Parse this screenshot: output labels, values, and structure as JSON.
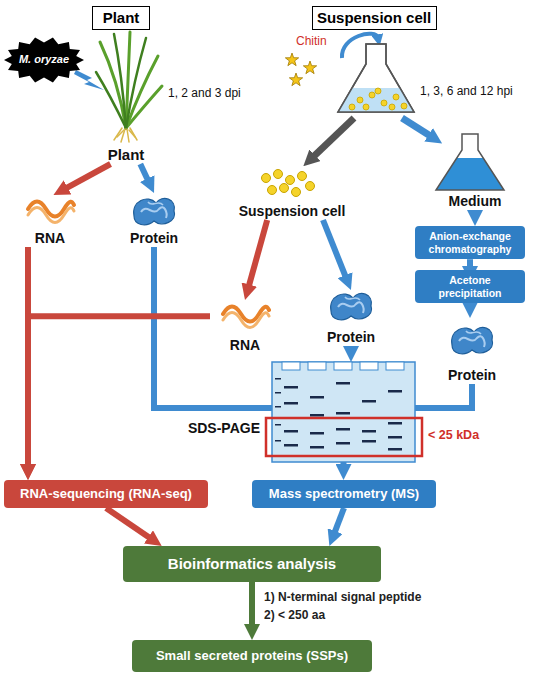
{
  "diagram": {
    "nodes": [
      {
        "text": [
          "Plant"
        ]
      },
      {
        "text": [
          "Suspension cell"
        ]
      },
      {
        "text": [
          "M. oryzae"
        ]
      },
      {
        "text": [
          "Plant"
        ]
      },
      {
        "text": [
          "RNA"
        ]
      },
      {
        "text": [
          "Protein"
        ]
      },
      {
        "text": [
          "Suspension cell"
        ]
      },
      {
        "text": [
          "Medium"
        ]
      },
      {
        "text": [
          "Anion-exchange chromatography"
        ]
      },
      {
        "text": [
          "Acetone precipitation"
        ]
      },
      {
        "text": [
          "Protein"
        ]
      },
      {
        "text": [
          "RNA"
        ]
      },
      {
        "text": [
          "Protein"
        ]
      },
      {
        "text": [
          "SDS-PAGE"
        ]
      },
      {
        "text": [
          "RNA-sequencing (RNA-seq)"
        ]
      },
      {
        "text": [
          "Mass spectrometry (MS)"
        ]
      },
      {
        "text": [
          "Bioinformatics analysis"
        ]
      },
      {
        "text": [
          "Small secreted proteins (SSPs)"
        ]
      }
    ],
    "edges": [
      {
        "from": 3,
        "to": 4,
        "arrow": "to"
      },
      {
        "from": 3,
        "to": 5,
        "arrow": "to"
      },
      {
        "from": 6,
        "to": 11,
        "arrow": "to"
      },
      {
        "from": 6,
        "to": 12,
        "arrow": "to"
      },
      {
        "from": 7,
        "to": 8,
        "arrow": "to"
      },
      {
        "from": 8,
        "to": 9,
        "arrow": "to"
      },
      {
        "from": 9,
        "to": 10,
        "arrow": "to"
      },
      {
        "from": 5,
        "to": 13,
        "arrow": "none"
      },
      {
        "from": 12,
        "to": 13,
        "arrow": "to"
      },
      {
        "from": 10,
        "to": 13,
        "arrow": "none"
      },
      {
        "from": 4,
        "to": 14,
        "arrow": "to"
      },
      {
        "from": 11,
        "to": 14,
        "arrow": "to"
      },
      {
        "from": 13,
        "to": 15,
        "arrow": "to"
      },
      {
        "from": 14,
        "to": 16,
        "arrow": "to"
      },
      {
        "from": 15,
        "to": 16,
        "arrow": "to"
      },
      {
        "from": 16,
        "to": 17,
        "arrow": "to"
      }
    ],
    "labels": [
      "1, 2 and 3 dpi",
      "Chitin",
      "1, 3, 6 and 12 hpi",
      "< 25 kDa",
      "1) N-terminal signal peptide",
      "2) < 250 aa"
    ]
  }
}
